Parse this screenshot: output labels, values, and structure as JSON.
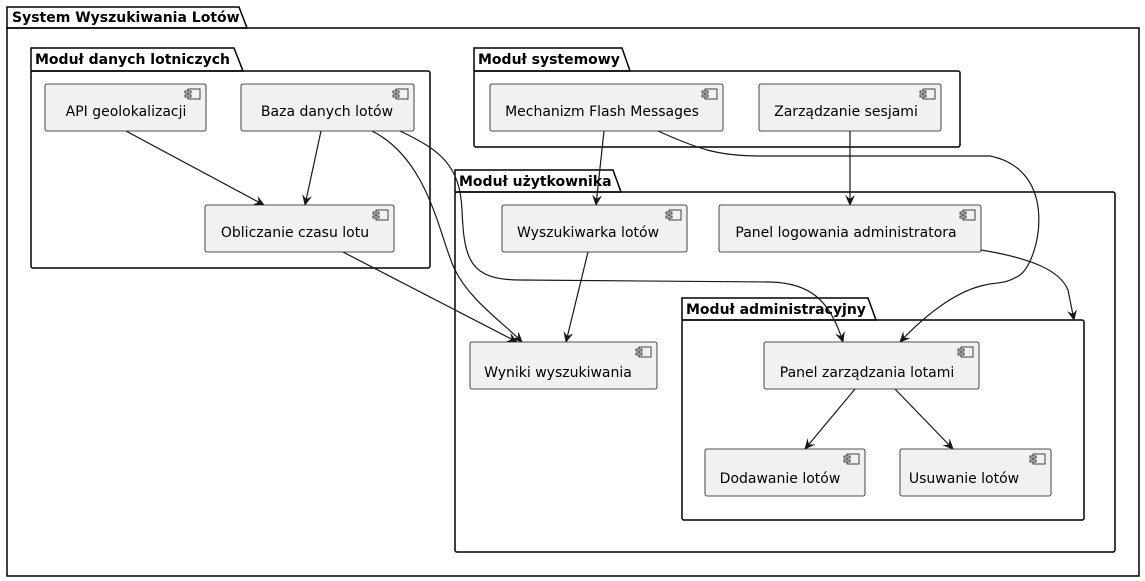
{
  "packages": {
    "system": {
      "title": "System Wyszukiwania Lotów"
    },
    "danych": {
      "title": "Moduł danych lotniczych"
    },
    "systemowy": {
      "title": "Moduł systemowy"
    },
    "uzytkownika": {
      "title": "Moduł użytkownika"
    },
    "admin": {
      "title": "Moduł administracyjny"
    }
  },
  "components": {
    "api": {
      "label": "API geolokalizacji"
    },
    "baza": {
      "label": "Baza danych lotów"
    },
    "obliczanie": {
      "label": "Obliczanie czasu lotu"
    },
    "flash": {
      "label": "Mechanizm Flash Messages"
    },
    "sesje": {
      "label": "Zarządzanie sesjami"
    },
    "wyszukiwarka": {
      "label": "Wyszukiwarka lotów"
    },
    "logowanie": {
      "label": "Panel logowania administratora"
    },
    "wyniki": {
      "label": "Wyniki wyszukiwania"
    },
    "panel": {
      "label": "Panel zarządzania lotami"
    },
    "dodawanie": {
      "label": "Dodawanie lotów"
    },
    "usuwanie": {
      "label": "Usuwanie lotów"
    }
  },
  "colors": {
    "component_fill": "#f1f1f1",
    "component_border": "#181818",
    "arrow": "#181818"
  }
}
